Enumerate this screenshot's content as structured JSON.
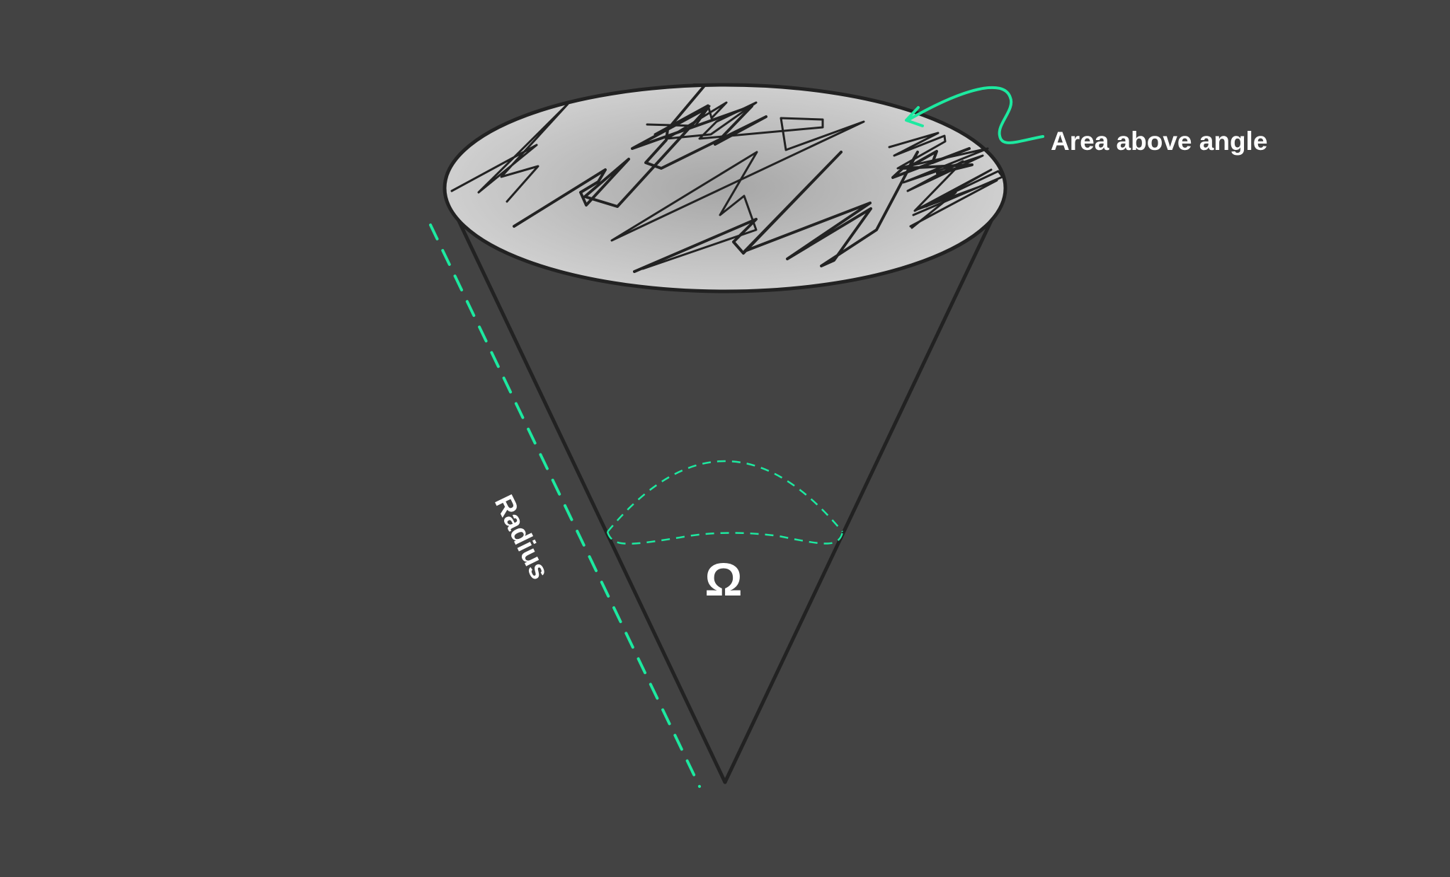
{
  "diagram": {
    "annotation_label": "Area above angle",
    "radius_label": "Radius",
    "angle_symbol": "Ω"
  },
  "colors": {
    "background": "#434343",
    "outline": "#222222",
    "accent": "#1de9a0",
    "label": "#ffffff",
    "disc_center": "#a6a6a6",
    "disc_edge": "#cfcfcf"
  }
}
